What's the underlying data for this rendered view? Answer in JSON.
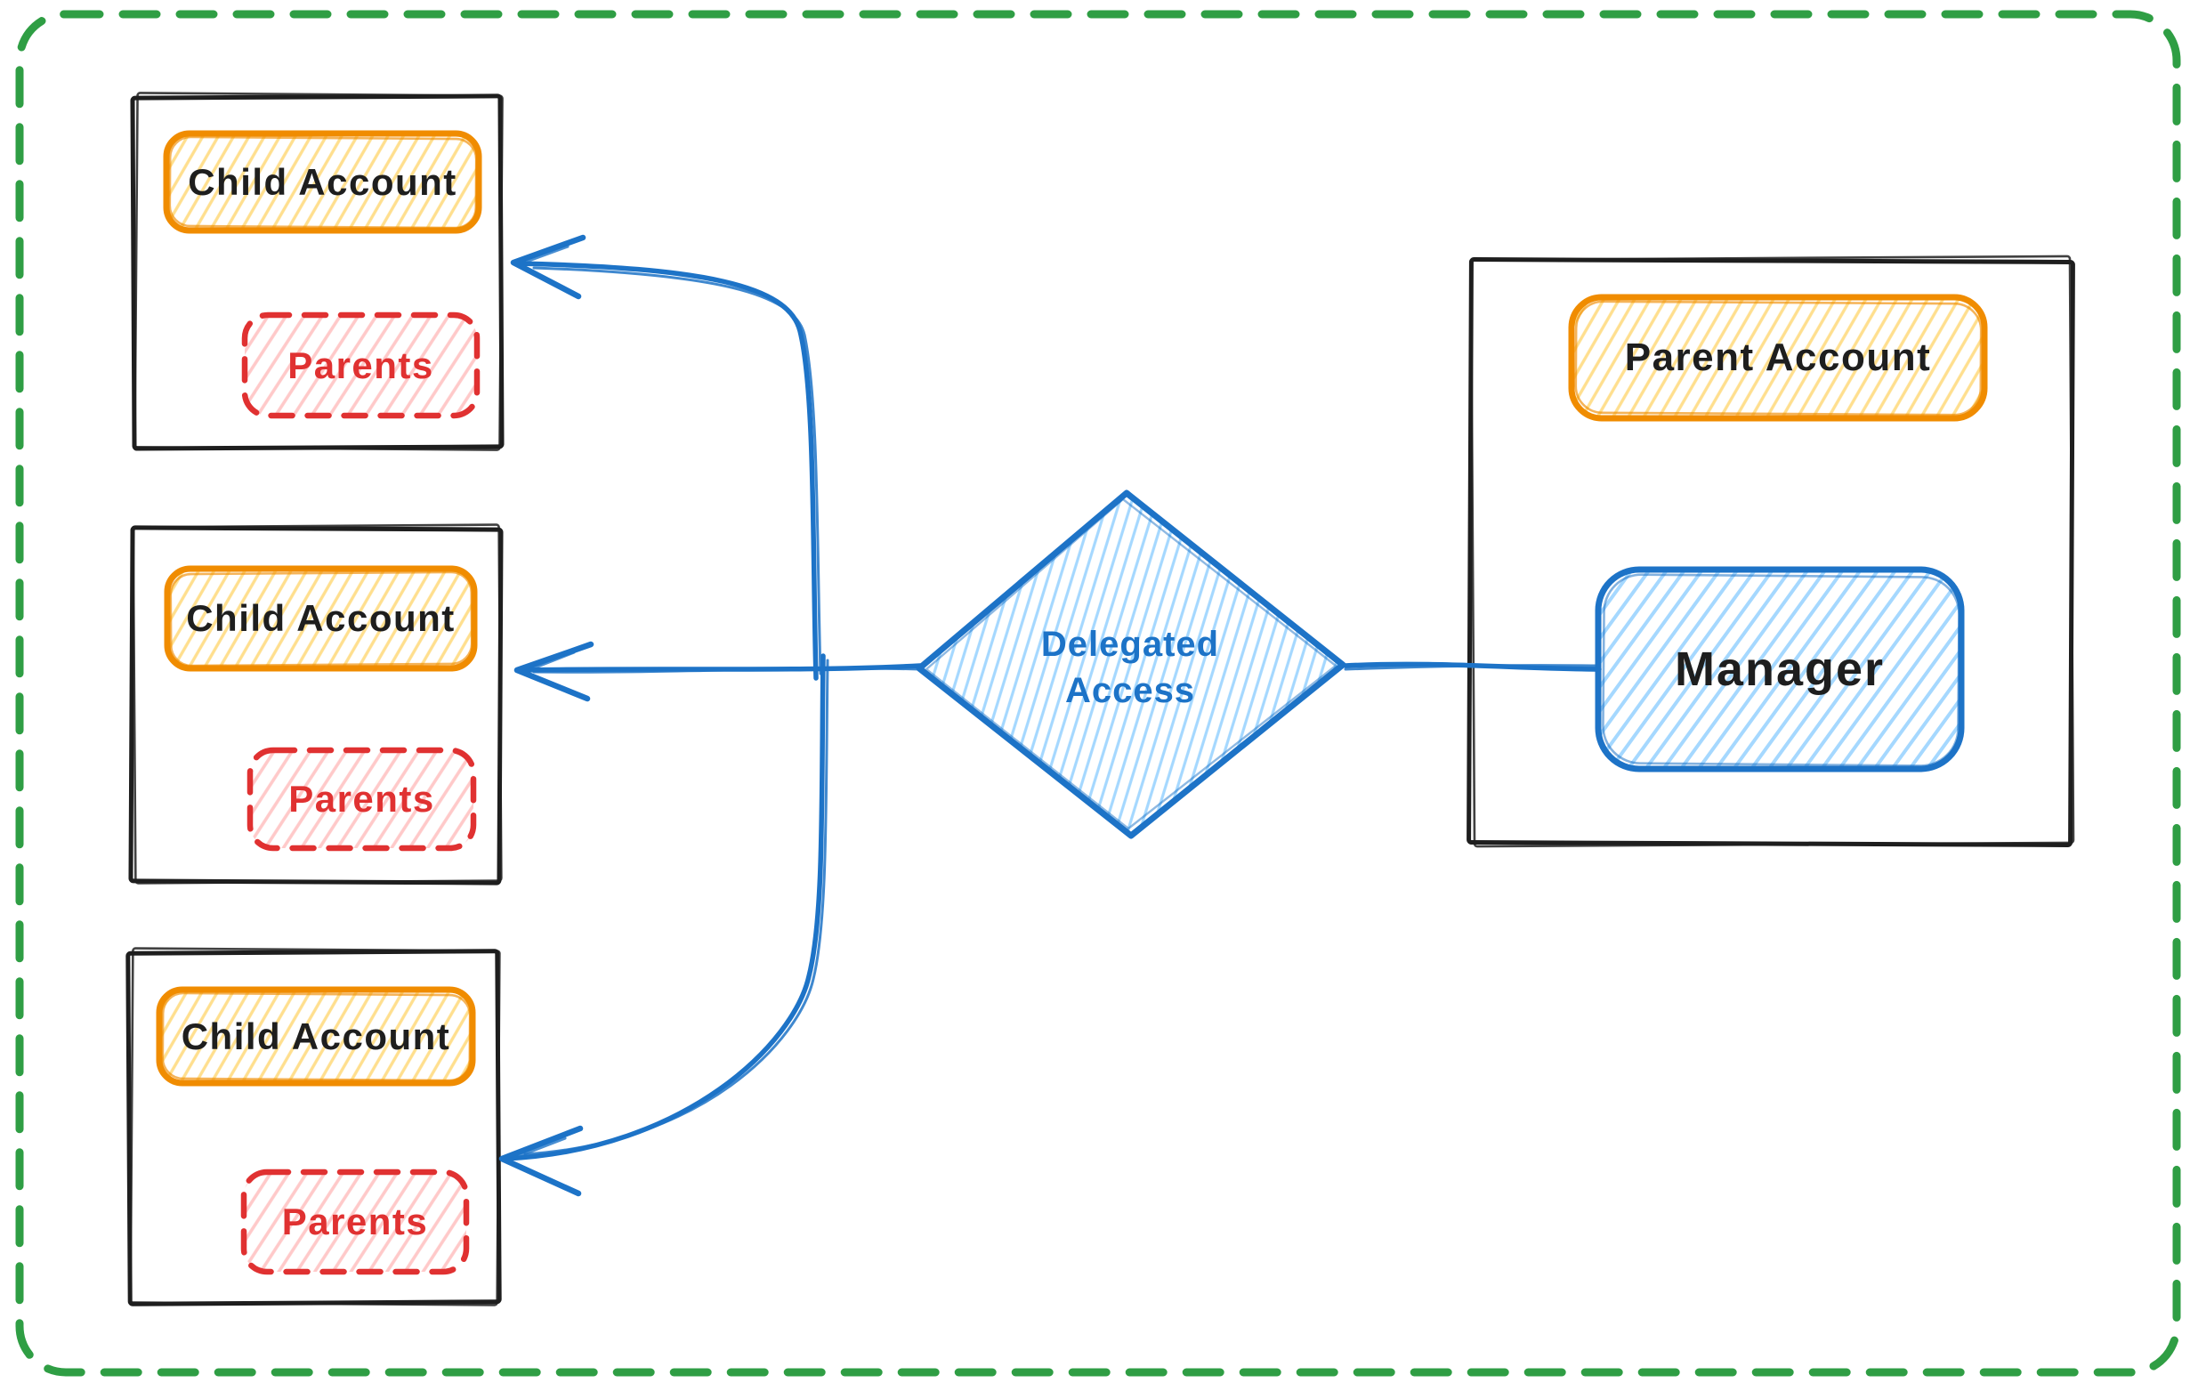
{
  "canvas": {
    "background": "#ffffff",
    "border_color": "#2f9e44"
  },
  "nodes": {
    "child_accounts": [
      {
        "title": "Child Account",
        "badge": "Parents"
      },
      {
        "title": "Child Account",
        "badge": "Parents"
      },
      {
        "title": "Child Account",
        "badge": "Parents"
      }
    ],
    "parent_account": {
      "title": "Parent Account",
      "manager": "Manager"
    },
    "decision": {
      "line1": "Delegated",
      "line2": "Access"
    }
  },
  "colors": {
    "blue": "#1d73c7",
    "blue_light": "#a5d8ff",
    "orange": "#f08c00",
    "yellow_light": "#ffdf8e",
    "red": "#e03131",
    "pink_light": "#ffc9c9",
    "green": "#2f9e44",
    "ink": "#1e1e1e"
  }
}
